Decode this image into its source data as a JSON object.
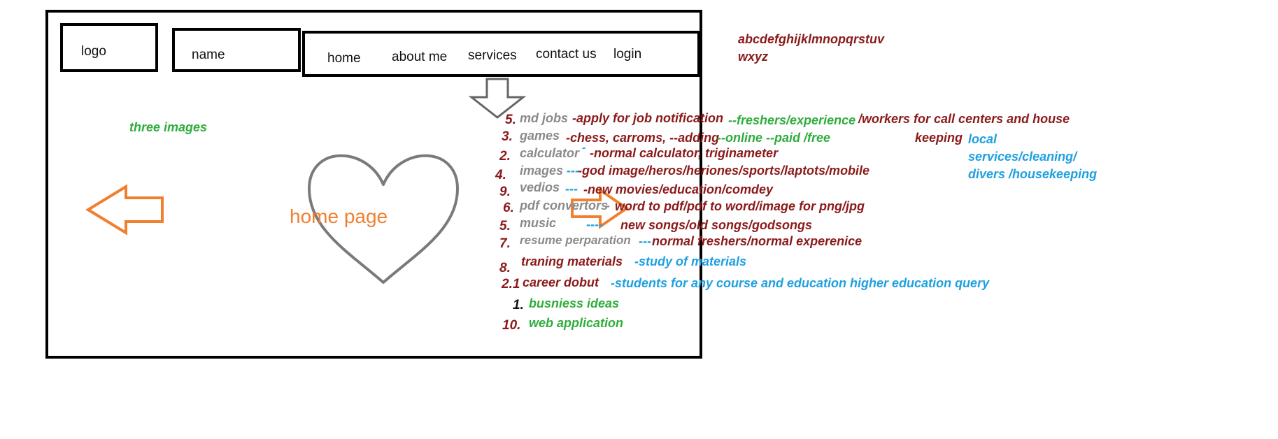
{
  "header": {
    "logo": "logo",
    "name": "name",
    "nav": [
      "home",
      "about me",
      "services",
      "contact us",
      "login"
    ]
  },
  "note_alphabet": [
    "abcdefghijklmnopqrstuv",
    "wxyz"
  ],
  "three_images": "three images",
  "home_page": "home page",
  "menu": [
    {
      "num": "5.",
      "label": "md jobs",
      "sep": "",
      "desc": "-apply for job notification",
      "extra_green": "--freshers/experience",
      "extra_red": "/workers for call centers and house"
    },
    {
      "num": "3.",
      "label": "games",
      "sep": "",
      "desc": "-chess, carroms, --adding",
      "extra_green": "--online --paid /free",
      "extra_red": "keeping"
    },
    {
      "num": "2.",
      "label": "calculator",
      "sep": "-",
      "desc": "-normal calculator, triginameter"
    },
    {
      "num": "4.",
      "label": "images",
      "sep": "---",
      "desc": "-god image/heros/heriones/sports/laptots/mobile"
    },
    {
      "num": "9.",
      "label": "vedios",
      "sep": "---",
      "desc": "-new movies/education/comdey"
    },
    {
      "num": "6.",
      "label": "pdf convertors",
      "sep": "-",
      "desc": "word to pdf/pdf to word/image for png/jpg"
    },
    {
      "num": "5.",
      "label": "music",
      "sep": "----",
      "desc": "new songs/old songs/godsongs"
    },
    {
      "num": "7.",
      "label": "resume perparation",
      "sep": "---",
      "desc": "normal freshers/normal experenice"
    },
    {
      "num": "8.",
      "label": "traning materials",
      "sep": "",
      "desc": "-study of materials"
    },
    {
      "num": "2.1",
      "label": "career dobut",
      "sep": "",
      "desc": "-students for any course and education higher education  query"
    },
    {
      "num": "1.",
      "label": "busniess ideas"
    },
    {
      "num": "10.",
      "label": "web application"
    }
  ],
  "local_services": [
    "local",
    "services/cleaning/",
    "divers /housekeeping"
  ],
  "colors": {
    "dark_red": "#8b1a1a",
    "green": "#2fad3c",
    "blue": "#1ea0e0",
    "gray": "#8a8a8a",
    "orange": "#f08030"
  },
  "icons": [
    "down-arrow-icon",
    "left-arrow-icon",
    "right-arrow-icon",
    "heart-icon"
  ]
}
